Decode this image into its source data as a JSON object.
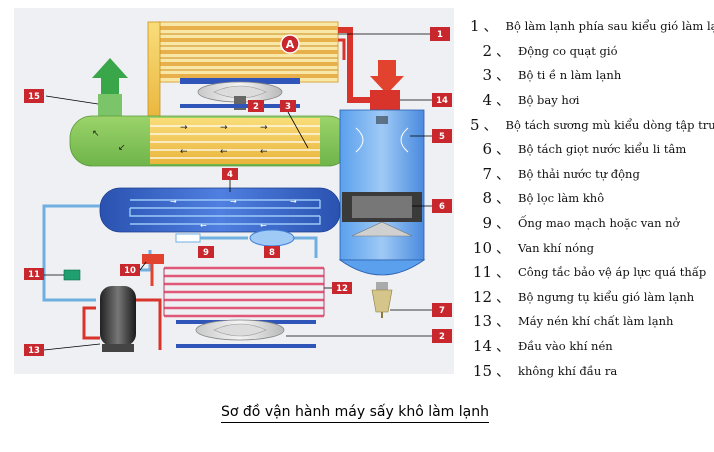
{
  "callout_marker": "A",
  "legend": [
    {
      "num": "1",
      "sep": "、",
      "text": "Bộ làm lạnh phía sau kiểu gió làm lạnh"
    },
    {
      "num": "2",
      "sep": "、",
      "text": "Động co quạt gió"
    },
    {
      "num": "3",
      "sep": "、",
      "text": "Bộ ti ề n làm lạnh"
    },
    {
      "num": "4",
      "sep": "、",
      "text": "Bộ bay hơi"
    },
    {
      "num": "5",
      "sep": "、",
      "text": "Bộ tách sương mù kiểu dòng tập trung"
    },
    {
      "num": "6",
      "sep": "、",
      "text": "Bộ tách giọt nước kiểu li tâm"
    },
    {
      "num": "7",
      "sep": "、",
      "text": "Bộ thải nước tự động"
    },
    {
      "num": "8",
      "sep": "、",
      "text": "Bộ lọc làm khô"
    },
    {
      "num": "9",
      "sep": "、",
      "text": "Ống mao mạch hoặc van nở"
    },
    {
      "num": "10",
      "sep": "、",
      "text": "Van khí nóng"
    },
    {
      "num": "11",
      "sep": "、",
      "text": "Công tắc bảo vệ áp lực quá thấp"
    },
    {
      "num": "12",
      "sep": "、",
      "text": "Bộ ngưng tụ kiểu gió làm lạnh"
    },
    {
      "num": "13",
      "sep": "、",
      "text": "Máy nén khí chất làm lạnh"
    },
    {
      "num": "14",
      "sep": "、",
      "text": "Đầu vào khí nén"
    },
    {
      "num": "15",
      "sep": "、",
      "text": "không khí đầu ra"
    }
  ],
  "callouts": [
    {
      "label": "1"
    },
    {
      "label": "2"
    },
    {
      "label": "3"
    },
    {
      "label": "4"
    },
    {
      "label": "5"
    },
    {
      "label": "6"
    },
    {
      "label": "7"
    },
    {
      "label": "8"
    },
    {
      "label": "9"
    },
    {
      "label": "10"
    },
    {
      "label": "11"
    },
    {
      "label": "12"
    },
    {
      "label": "13"
    },
    {
      "label": "14"
    },
    {
      "label": "15"
    },
    {
      "label": "2"
    }
  ],
  "caption": "Sơ đồ vận hành máy sấy khô làm lạnh",
  "colors": {
    "callout_bg": "#c8272d",
    "precooler_yellow": "#f5c84a",
    "separator_blue": "#3f7fd6",
    "evaporator_blue": "#2f55b8",
    "compressed_air_red": "#d9342b",
    "outlet_green": "#3aa64a",
    "condenser_pink": "#e0577a",
    "refrigerant_line": "#6fb0e0"
  }
}
